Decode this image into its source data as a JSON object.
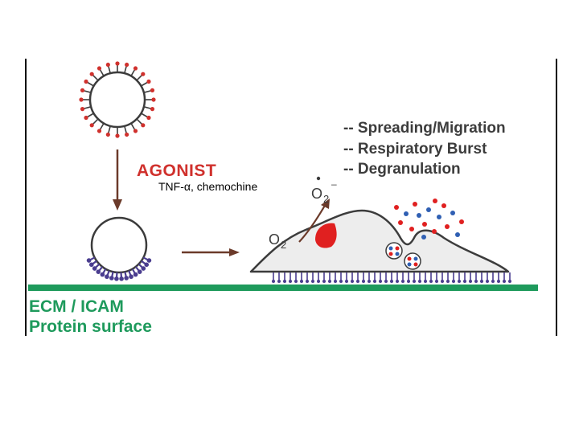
{
  "agonist_label": "AGONIST",
  "agonist_detail": "TNF-α, chemochine",
  "responses": [
    "-- Spreading/Migration",
    "-- Respiratory Burst",
    "-- Degranulation"
  ],
  "surface_lines": [
    "ECM / ICAM",
    "Protein surface"
  ],
  "oxygen_label": "O",
  "oxygen_subscript": "2",
  "superoxide_label": "O",
  "superoxide_subscript": "2",
  "superoxide_charge": "–",
  "colors": {
    "agonist": "#d0312d",
    "dark_text": "#3c3c3c",
    "surface_green": "#1e9a5c",
    "receptor_purple": "#4a3d8f",
    "cell_fill": "#ededed",
    "arrow_brown": "#6b3a2a",
    "nucleus_red": "#e02020",
    "granule_blue": "#2f5fb3"
  }
}
